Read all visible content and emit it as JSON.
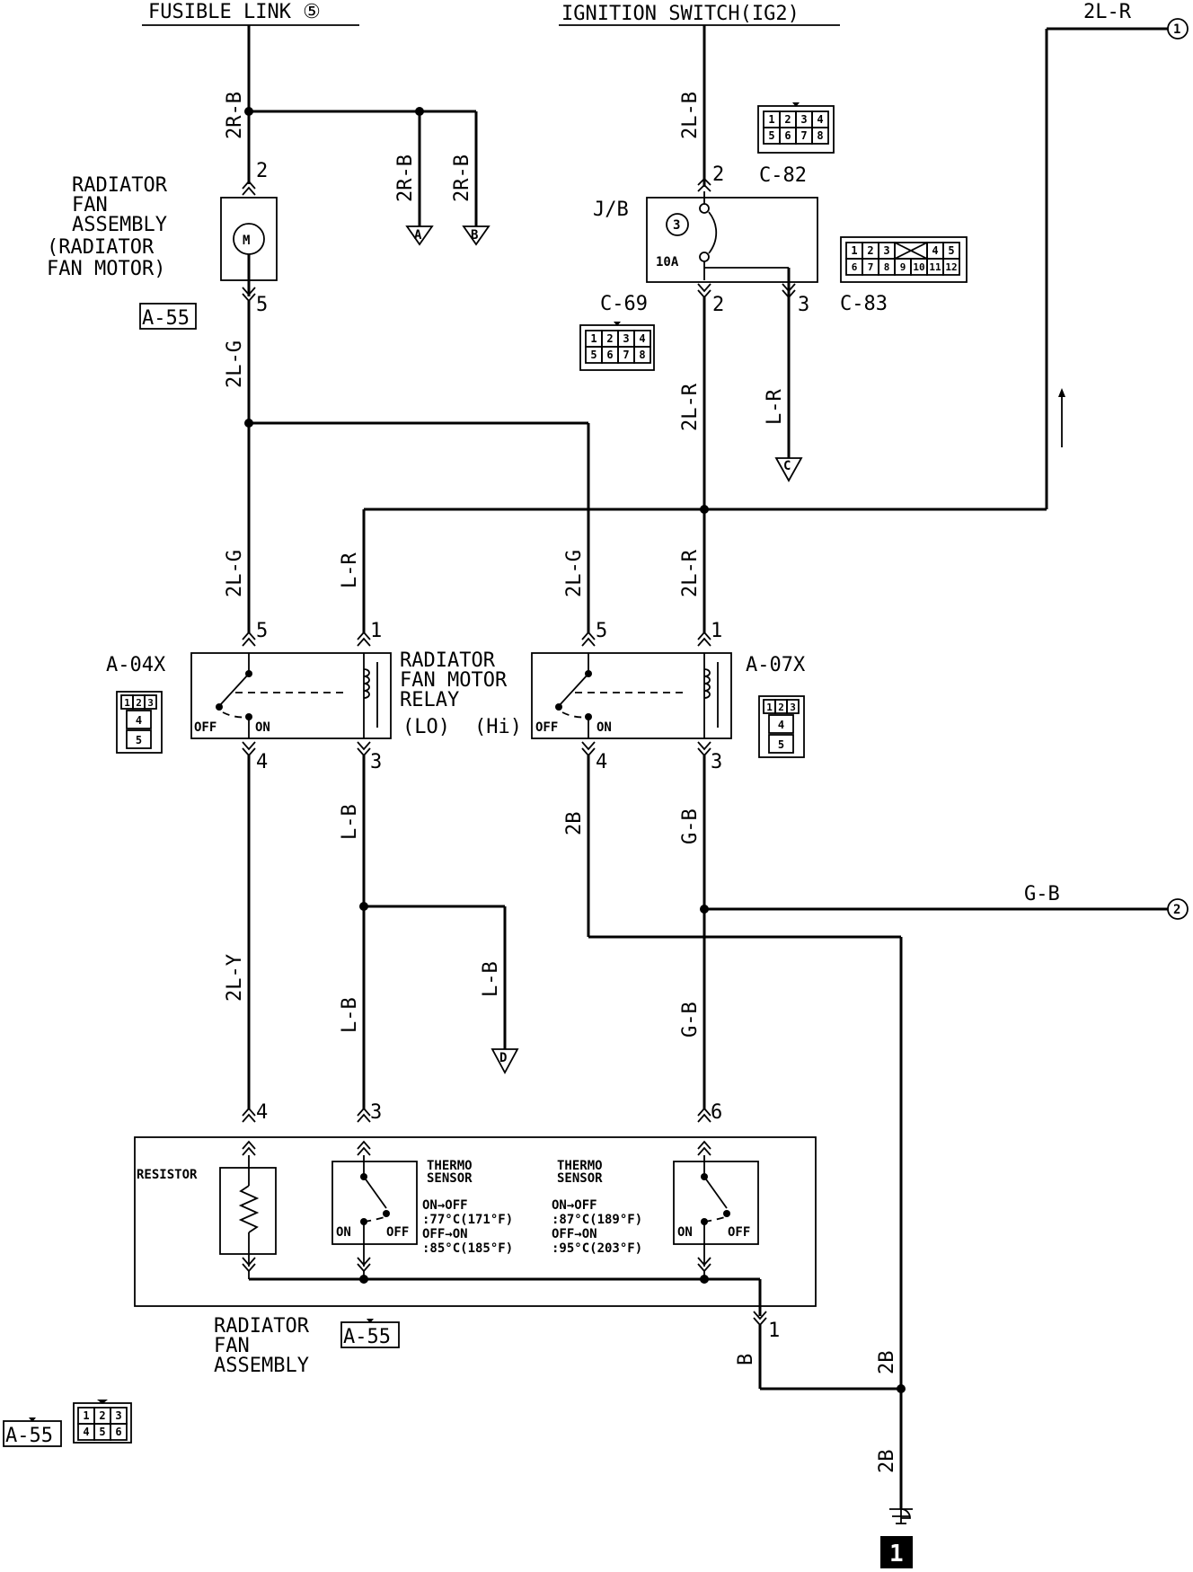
{
  "sources": {
    "fusible_link": "FUSIBLE LINK ⑤",
    "ignition": "IGNITION SWITCH(IG2)"
  },
  "wires": {
    "w2RB": "2R-B",
    "w2LB": "2L-B",
    "w2LG": "2L-G",
    "w2LR": "2L-R",
    "wLR": "L-R",
    "wLB": "L-B",
    "w2B": "2B",
    "wGB": "G-B",
    "w2LY": "2L-Y",
    "wB": "B"
  },
  "terminals": {
    "t1": "1",
    "t2": "2",
    "t3": "3",
    "t4": "4",
    "t5": "5",
    "t6": "6",
    "ref1": "1",
    "ref2": "2"
  },
  "connectors": {
    "A": "A",
    "B": "B",
    "C": "C",
    "D": "D",
    "c82": "C-82",
    "c83": "C-83",
    "c69": "C-69",
    "a55": "A-55",
    "a04x": "A-04X",
    "a07x": "A-07X",
    "grid8a": [
      "1",
      "2",
      "3",
      "4",
      "5",
      "6",
      "7",
      "8"
    ],
    "grid12": [
      "1",
      "2",
      "3",
      "4",
      "5",
      "6",
      "7",
      "8",
      "9",
      "10",
      "11",
      "12"
    ],
    "grid3": [
      "1",
      "2",
      "3",
      "4",
      "5"
    ],
    "grid6": [
      "1",
      "2",
      "3",
      "4",
      "5",
      "6"
    ]
  },
  "jb": {
    "label": "J/B",
    "fuse_no": "3",
    "fuse_amp": "10A"
  },
  "fan": {
    "line1": "RADIATOR",
    "line2": "FAN",
    "line3": "ASSEMBLY",
    "line4": "(RADIATOR",
    "line5": "FAN MOTOR)",
    "motor": "M"
  },
  "relay": {
    "line1": "RADIATOR",
    "line2": "FAN MOTOR",
    "line3": "RELAY",
    "lo": "(LO)",
    "hi": "(Hi)",
    "off": "OFF",
    "on": "ON"
  },
  "assembly": {
    "line1": "RADIATOR",
    "line2": "FAN",
    "line3": "ASSEMBLY",
    "resistor": "RESISTOR",
    "thermo1": "THERMO",
    "sensor1": "SENSOR",
    "s1a": "ON→OFF",
    "s1b": ":77°C(171°F)",
    "s1c": "OFF→ON",
    "s1d": ":85°C(185°F)",
    "s2a": "ON→OFF",
    "s2b": ":87°C(189°F)",
    "s2c": "OFF→ON",
    "s2d": ":95°C(203°F)",
    "on": "ON",
    "off": "OFF"
  },
  "ground_ref": "1"
}
